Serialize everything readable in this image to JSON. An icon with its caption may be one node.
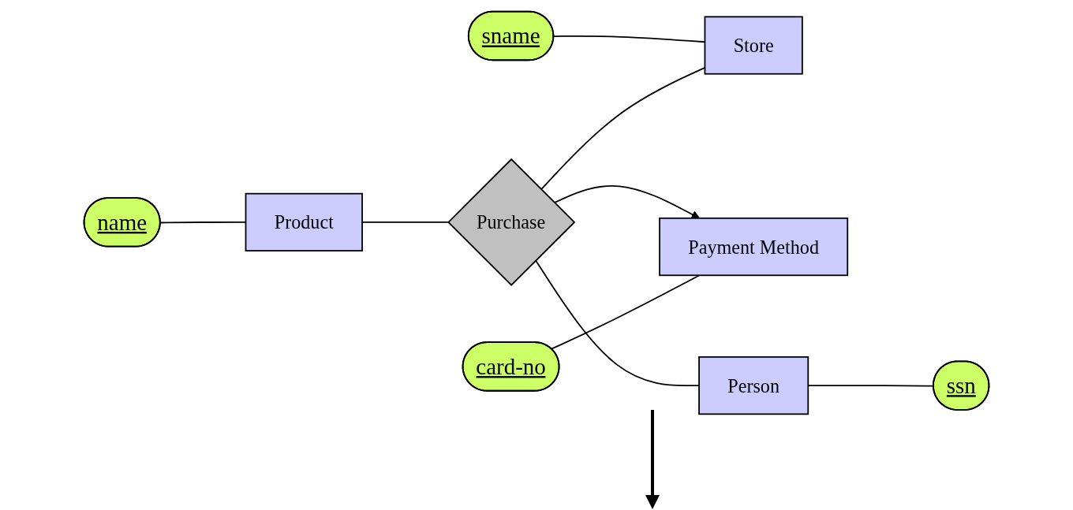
{
  "diagram": {
    "nodes": [
      {
        "text": [
          "Product"
        ]
      },
      {
        "text": [
          "name"
        ]
      },
      {
        "text": [
          "sname"
        ]
      },
      {
        "text": [
          "Purchase"
        ]
      },
      {
        "text": [
          "Store"
        ]
      },
      {
        "text": [
          "card-no"
        ]
      },
      {
        "text": [
          "Payment Method"
        ]
      },
      {
        "text": [
          "Person"
        ]
      },
      {
        "text": [
          "ssn"
        ]
      }
    ],
    "edges": [
      {
        "from": 1,
        "to": 0,
        "arrow": "none"
      },
      {
        "from": 0,
        "to": 3,
        "arrow": "none"
      },
      {
        "from": 2,
        "to": 4,
        "arrow": "none"
      },
      {
        "from": 3,
        "to": 4,
        "arrow": "none"
      },
      {
        "from": 3,
        "to": 6,
        "arrow": "to"
      },
      {
        "from": 5,
        "to": 6,
        "arrow": "none"
      },
      {
        "from": 3,
        "to": 7,
        "arrow": "none"
      },
      {
        "from": 7,
        "to": 8,
        "arrow": "none"
      }
    ]
  }
}
